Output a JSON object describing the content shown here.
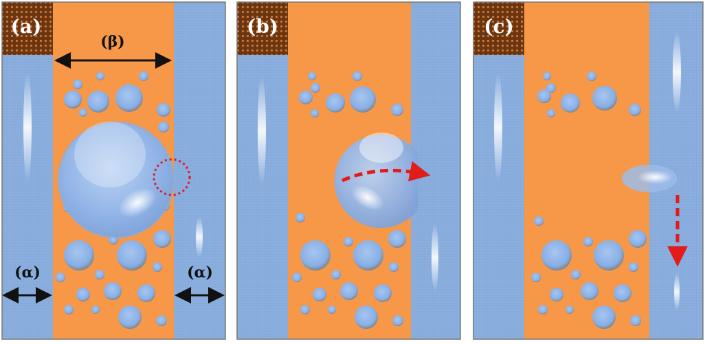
{
  "colors": {
    "matrix": "#f79748",
    "alpha_phase": "#8aaede",
    "hatch": "#6b3510",
    "particle_fill": "#8eb5e8",
    "particle_rim": "#7f868c",
    "arrow_red": "#e21b1b",
    "arrow_black": "#111111",
    "frame": "#777777"
  },
  "panels": [
    {
      "label": "(a)"
    },
    {
      "label": "(b)"
    },
    {
      "label": "(c)"
    }
  ],
  "annotations": {
    "beta": "(β)",
    "alpha_left": "(α)",
    "alpha_right": "(α)"
  }
}
